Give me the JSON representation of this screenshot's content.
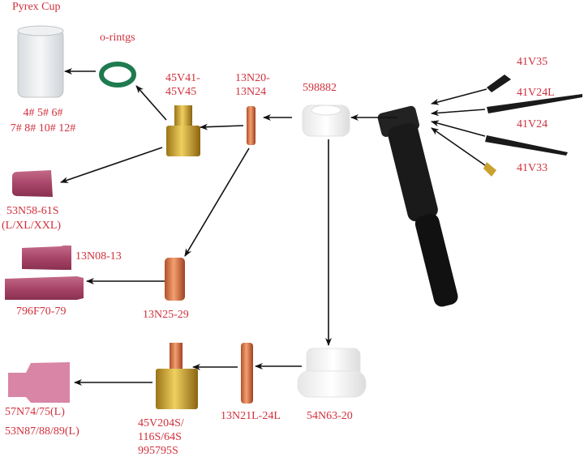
{
  "colors": {
    "label": "#d0303c",
    "arrow": "#111111",
    "ceramic": "#b5506f",
    "brass": "#c9a230",
    "copper": "#d9743c",
    "oring": "#1f7a50"
  },
  "labels": {
    "pyrex_cup": "Pyrex Cup",
    "o_rings": "o-rintgs",
    "pyrex_sizes_1": "4# 5# 6#",
    "pyrex_sizes_2": "7# 8# 10# 12#",
    "gas_lens_1": "45V41-",
    "gas_lens_2": "45V45",
    "collet_1": "13N20-",
    "collet_2": "13N24",
    "insulator": "598882",
    "back_cap_1": "41V35",
    "back_cap_2": "41V24L",
    "back_cap_3": "41V24",
    "back_cap_4": "41V33",
    "cup_1": "53N58-61S",
    "cup_1_sizes": "(L/XL/XXL)",
    "cup_2": "13N08-13",
    "cup_3": "796F70-79",
    "collet_body": "13N25-29",
    "large_cup_1": "57N74/75(L)",
    "large_cup_2": "53N87/88/89(L)",
    "large_lens_1": "45V204S/",
    "large_lens_2": "116S/64S",
    "large_lens_3": "995795S",
    "long_collet": "13N21L-24L",
    "large_insulator": "54N63-20"
  }
}
